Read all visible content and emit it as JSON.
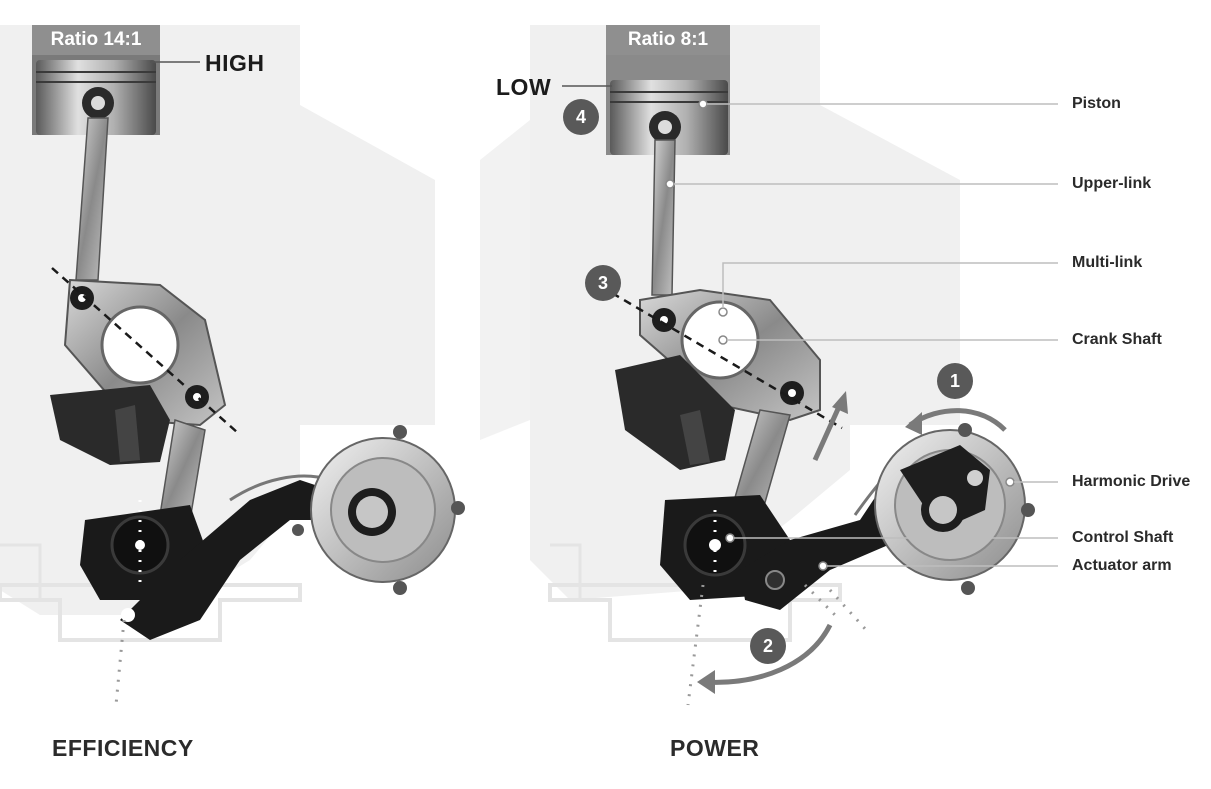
{
  "left_panel": {
    "ratio_label": "Ratio 14:1",
    "level_label": "HIGH",
    "caption": "EFFICIENCY"
  },
  "right_panel": {
    "ratio_label": "Ratio 8:1",
    "level_label": "LOW",
    "caption": "POWER",
    "badges": [
      "1",
      "2",
      "3",
      "4"
    ],
    "callouts": [
      "Piston",
      "Upper-link",
      "Multi-link",
      "Crank Shaft",
      "Harmonic Drive",
      "Control Shaft",
      "Actuator arm"
    ]
  },
  "colors": {
    "ratio_box": "#8f8f8f",
    "badge": "#595959",
    "engine_block": "#f0f0f0",
    "metal": "#9a9a9a",
    "dark_part": "#1e1e1e"
  }
}
